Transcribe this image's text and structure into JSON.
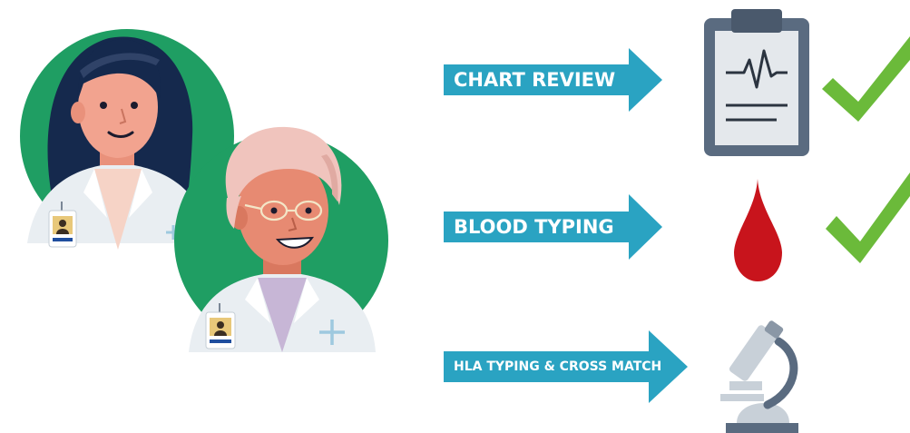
{
  "steps": [
    {
      "label": "CHART REVIEW",
      "icon": "clipboard-chart-icon",
      "status_icon": "checkmark-icon",
      "done": true
    },
    {
      "label": "BLOOD TYPING",
      "icon": "blood-drop-icon",
      "status_icon": "checkmark-icon",
      "done": true
    },
    {
      "label": "HLA  TYPING & CROSS MATCH",
      "icon": "microscope-icon",
      "done": false
    }
  ],
  "people": [
    {
      "role": "doctor",
      "icon": "female-doctor-avatar-icon"
    },
    {
      "role": "doctor",
      "icon": "older-doctor-avatar-icon"
    }
  ],
  "colors": {
    "arrow": "#2aa3c2",
    "circle": "#1f9e63",
    "check": "#6bba3a",
    "blood": "#c8141c",
    "clipboard": "#5a6b80",
    "coat": "#e9eef2",
    "skin": "#f2a38f"
  }
}
